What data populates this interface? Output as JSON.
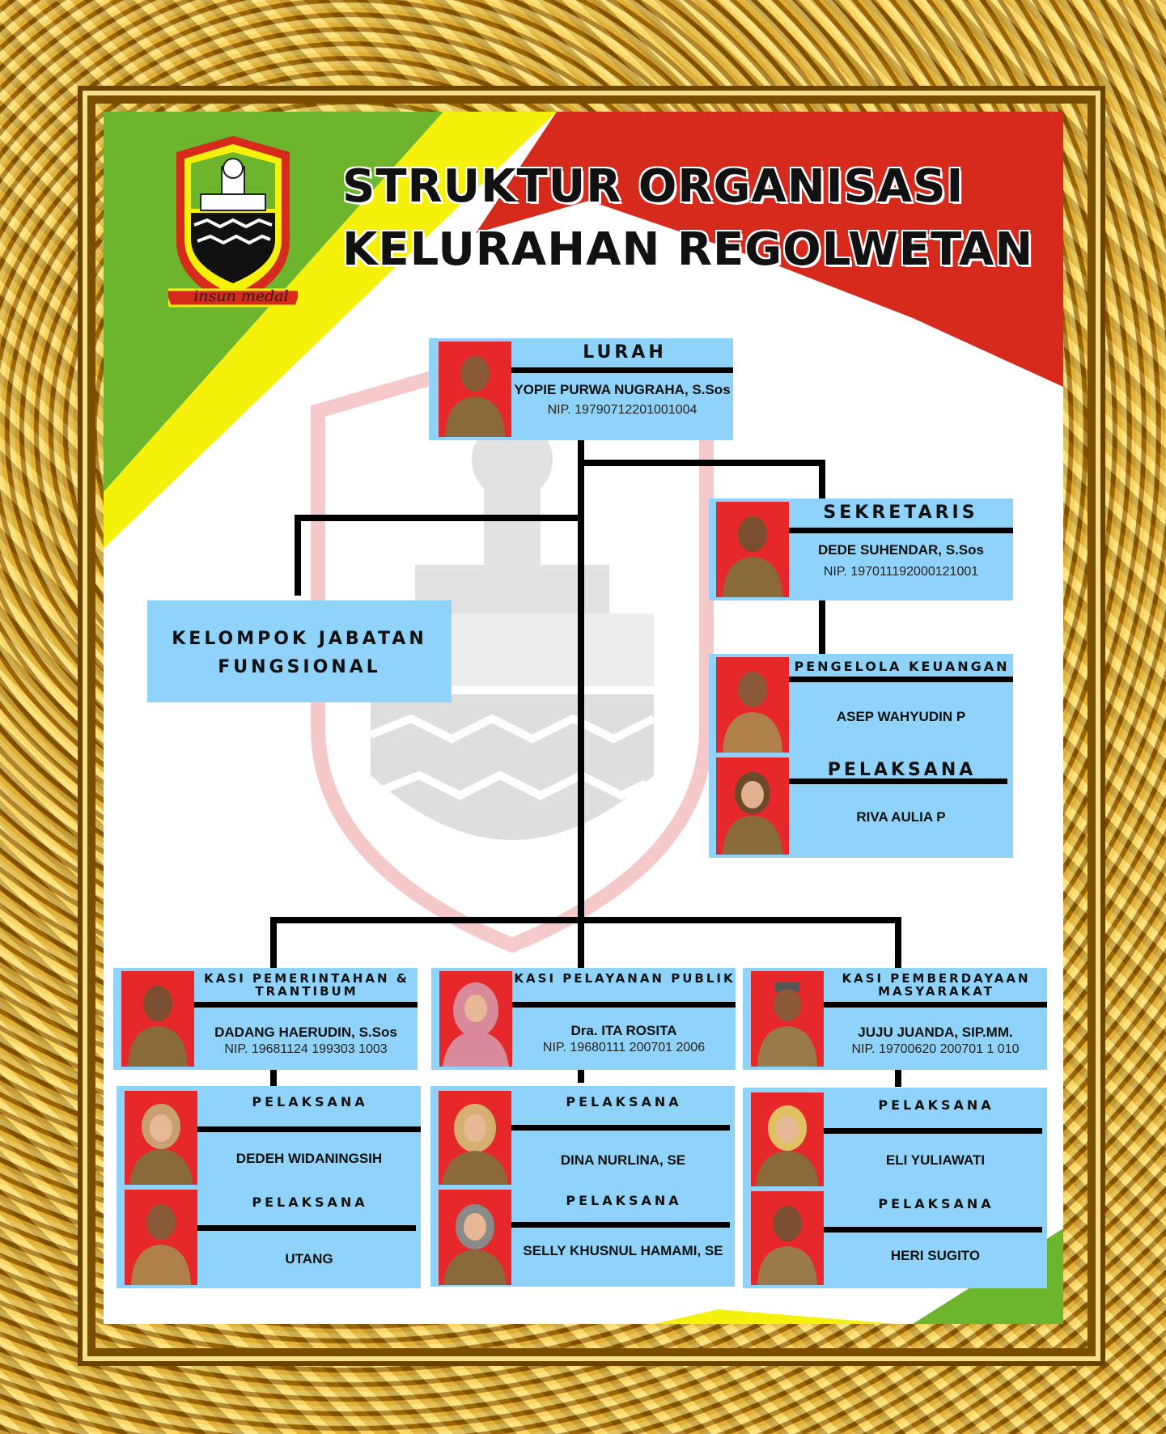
{
  "title_line1": "STRUKTUR ORGANISASI",
  "title_line2": "KELURAHAN REGOLWETAN",
  "logo_motto": "insun medal",
  "colors": {
    "green": "#6cb52d",
    "yellow": "#f6f10a",
    "red": "#d62a1d",
    "box": "#8fd3fb",
    "photo_bg": "#e6282a",
    "frame": "#d4a017"
  },
  "lurah": {
    "role": "LURAH",
    "name": "YOPIE PURWA NUGRAHA, S.Sos",
    "nip": "NIP. 19790712201001004"
  },
  "sekretaris": {
    "role": "SEKRETARIS",
    "name": "DEDE SUHENDAR, S.Sos",
    "nip": "NIP. 197011192000121001"
  },
  "jabatan_fungsional": {
    "label": "KELOMPOK JABATAN FUNGSIONAL"
  },
  "pengelola_keuangan": {
    "role": "PENGELOLA KEUANGAN",
    "name": "ASEP WAHYUDIN P"
  },
  "pelaksana_sekretariat": {
    "role": "PELAKSANA",
    "name": "RIVA AULIA P"
  },
  "kasi_pemerintahan": {
    "role": "KASI PEMERINTAHAN & TRANTIBUM",
    "name": "DADANG HAERUDIN, S.Sos",
    "nip": "NIP. 19681124 199303 1003"
  },
  "kasi_pelayanan": {
    "role": "KASI PELAYANAN PUBLIK",
    "name": "Dra. ITA ROSITA",
    "nip": "NIP. 19680111 200701 2006"
  },
  "kasi_pemberdayaan": {
    "role": "KASI PEMBERDAYAAN MASYARAKAT",
    "name": "JUJU JUANDA, SIP.MM.",
    "nip": "NIP. 19700620 200701 1 010"
  },
  "pelaksana_pemerintahan": [
    {
      "role": "PELAKSANA",
      "name": "DEDEH WIDANINGSIH"
    },
    {
      "role": "PELAKSANA",
      "name": "UTANG"
    }
  ],
  "pelaksana_pelayanan": [
    {
      "role": "PELAKSANA",
      "name": "DINA NURLINA, SE"
    },
    {
      "role": "PELAKSANA",
      "name": "SELLY KHUSNUL HAMAMI, SE"
    }
  ],
  "pelaksana_pemberdayaan": [
    {
      "role": "PELAKSANA",
      "name": "ELI YULIAWATI"
    },
    {
      "role": "PELAKSANA",
      "name": "HERI SUGITO"
    }
  ]
}
